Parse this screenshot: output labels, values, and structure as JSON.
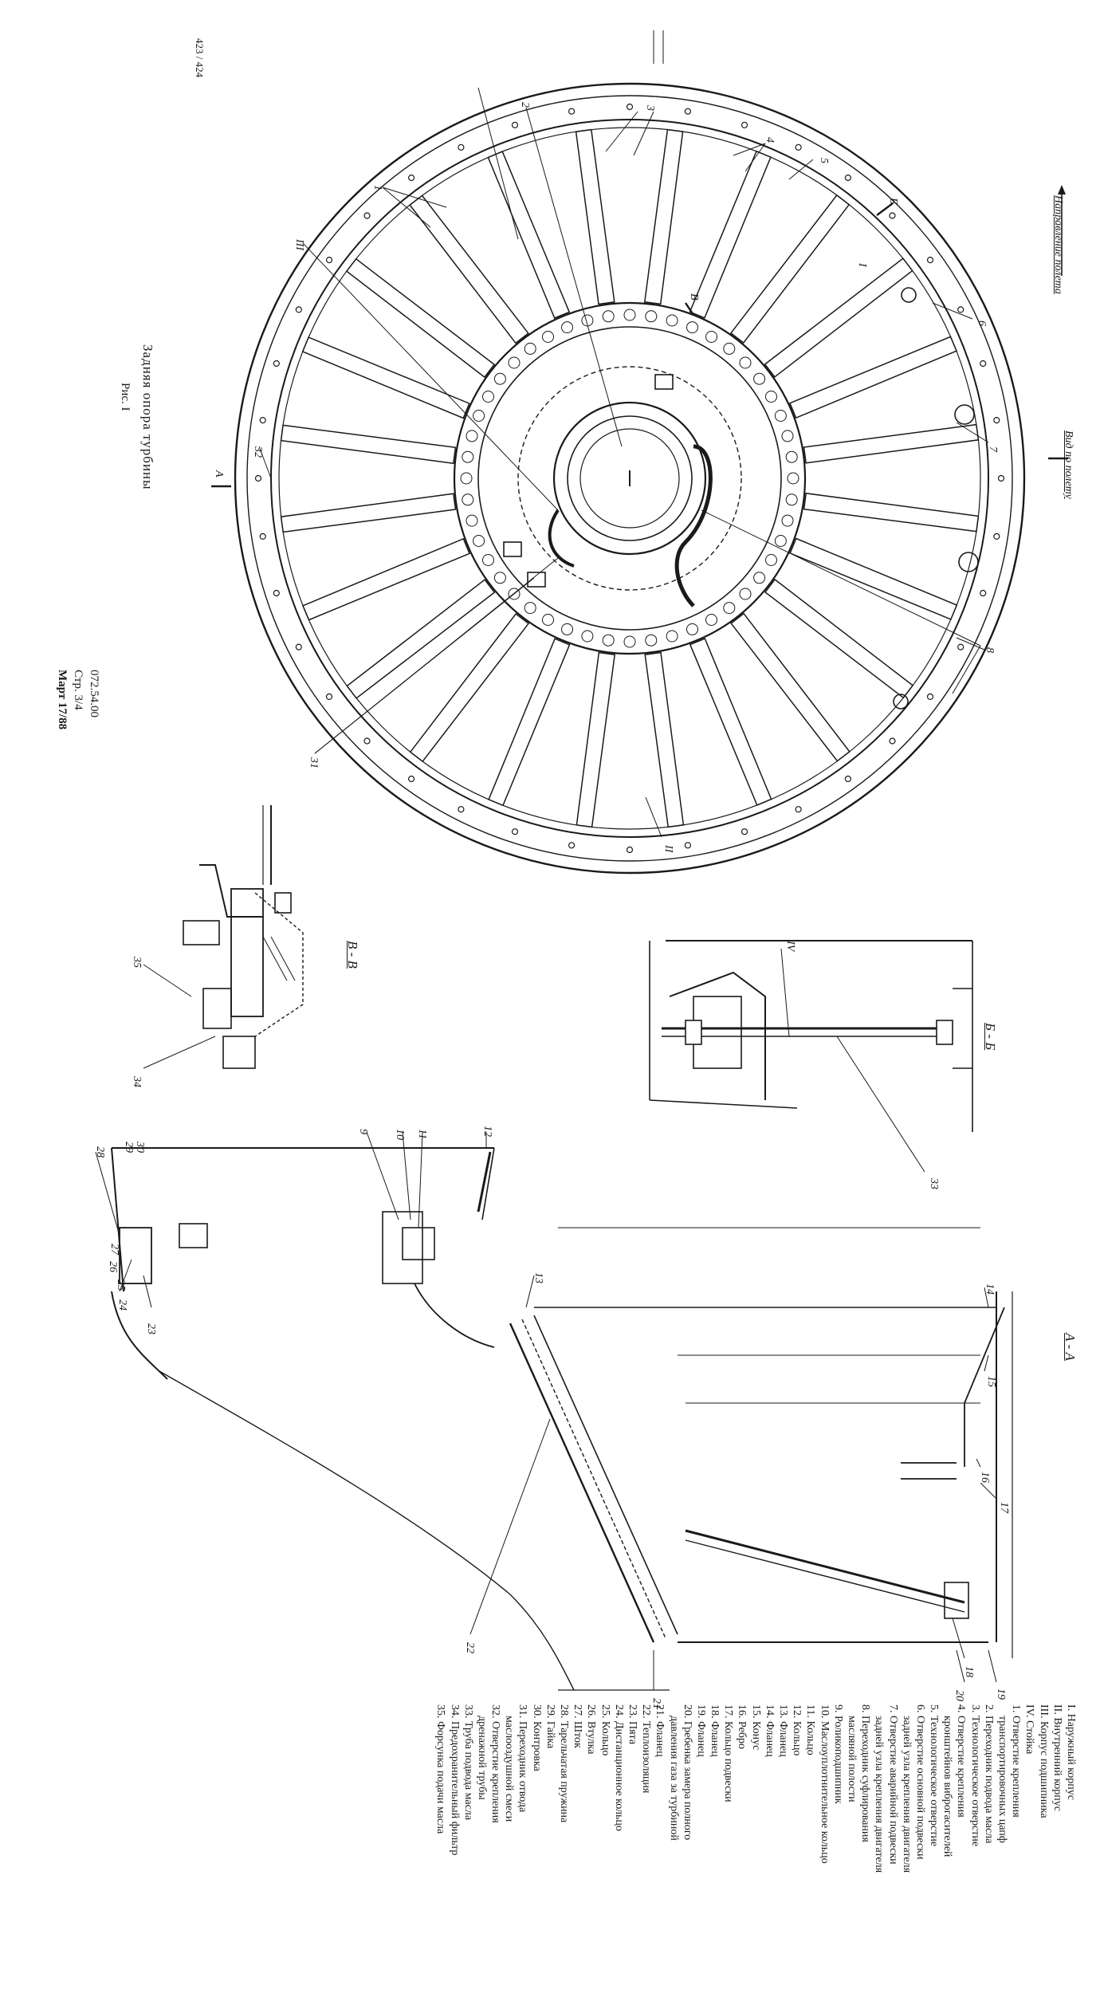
{
  "page_number": "423 / 424",
  "flight_direction": "Направление полета",
  "view_label": "Вид по полету",
  "title": "Задняя опора турбины",
  "figure": "Рис. I",
  "doc": {
    "code": "072.54.00",
    "page": "Стр. 3/4",
    "date": "Март 17/88"
  },
  "section_labels": {
    "a": "А - А",
    "b": "Б - Б",
    "v": "В - В",
    "a_marker": "А",
    "b_marker": "Б",
    "v_marker": "В"
  },
  "legend": [
    "I. Наружный корпус",
    "II. Внутренний корпус",
    "III. Корпус подшипника",
    "IV. Стойка",
    "1. Отверстие крепления",
    "    транспортировочных цапф",
    "2. Переходник подвода масла",
    "3. Технологическое отверстие",
    "4. Отверстие крепления",
    "    кронштейнов виброгасителей",
    "5. Технологическое отверстие",
    "6. Отверстие основной подвески",
    "    задней узла крепления двигателя",
    "7. Отверстие аварийной подвески",
    "    задней узла крепления двигателя",
    "8. Переходник суфлирования",
    "    масляной полости",
    "9. Роликоподшипник",
    "10. Маслоуплотнительное кольцо",
    "11. Кольцо",
    "12. Кольцо",
    "13. Фланец",
    "14. Фланец",
    "15. Конус",
    "16. Ребро",
    "17. Кольцо подвески",
    "18. Фланец",
    "19. Фланец",
    "20. Гребенка замера полного",
    "    давления газа за турбиной",
    "21. Фланец",
    "22. Теплоизоляция",
    "23. Пята",
    "24. Дистанционное кольцо",
    "25. Кольцо",
    "26. Втулка",
    "27. Шток",
    "28. Тарельчатая пружина",
    "29. Гайка",
    "30. Контровка",
    "31. Переходник отвода",
    "    маслооздушной смеси",
    "32. Отверстие крепления",
    "    дренажной трубы",
    "33. Труба подвода масла",
    "34. Предохранительный фильтр",
    "35. Форсунка подачи масла"
  ],
  "callouts_main": [
    "1",
    "2",
    "3",
    "4",
    "5",
    "6",
    "7",
    "8",
    "31",
    "32",
    "I",
    "II",
    "III"
  ],
  "callouts_aa": [
    "9",
    "10",
    "11",
    "12",
    "13",
    "14",
    "15",
    "16",
    "17",
    "18",
    "19",
    "20",
    "21",
    "22",
    "23",
    "24",
    "25",
    "26",
    "27",
    "28",
    "29",
    "30"
  ],
  "callouts_bb": [
    "33",
    "IV"
  ],
  "callouts_vv": [
    "34",
    "35"
  ]
}
